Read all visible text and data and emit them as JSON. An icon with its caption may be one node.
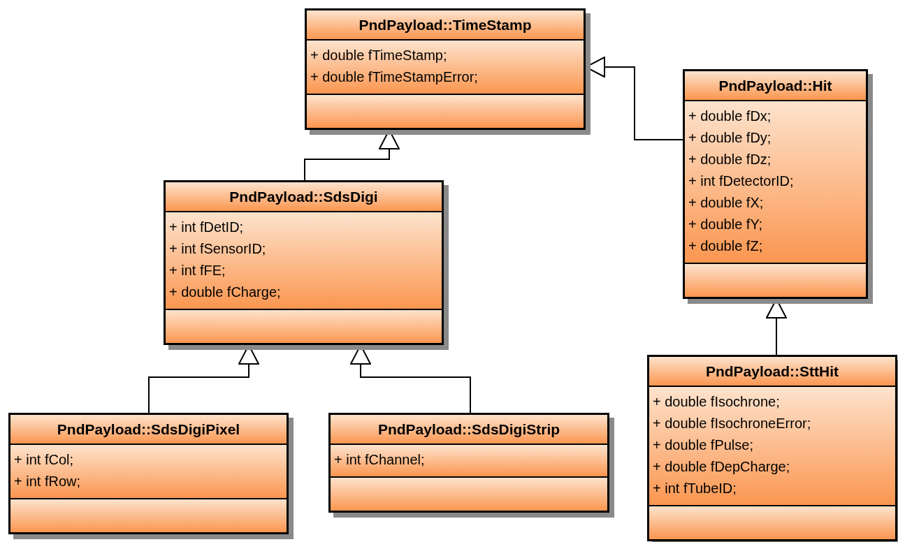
{
  "diagram": {
    "nodes": [
      {
        "text": [
          "PndPayload::TimeStamp",
          "+ double fTimeStamp;",
          "+ double fTimeStampError;"
        ]
      },
      {
        "text": [
          "PndPayload::Hit",
          "+ double fDx;",
          "+ double fDy;",
          "+ double fDz;",
          "+ int fDetectorID;",
          "+ double fX;",
          "+ double fY;",
          "+ double fZ;"
        ]
      },
      {
        "text": [
          "PndPayload::SdsDigi",
          "+ int fDetID;",
          "+ int fSensorID;",
          "+ int fFE;",
          "+ double fCharge;"
        ]
      },
      {
        "text": [
          "PndPayload::SdsDigiPixel",
          "+ int fCol;",
          "+ int fRow;"
        ]
      },
      {
        "text": [
          "PndPayload::SdsDigiStrip",
          "+ int fChannel;"
        ]
      },
      {
        "text": [
          "PndPayload::SttHit",
          "+ double fIsochrone;",
          "+ double fIsochroneError;",
          "+ double fPulse;",
          "+ double fDepCharge;",
          "+ int fTubeID;"
        ]
      }
    ],
    "edges": [
      {
        "from": 1,
        "to": 0,
        "arrow": "to"
      },
      {
        "from": 2,
        "to": 0,
        "arrow": "to"
      },
      {
        "from": 3,
        "to": 2,
        "arrow": "to"
      },
      {
        "from": 4,
        "to": 2,
        "arrow": "to"
      },
      {
        "from": 5,
        "to": 1,
        "arrow": "to"
      }
    ]
  }
}
